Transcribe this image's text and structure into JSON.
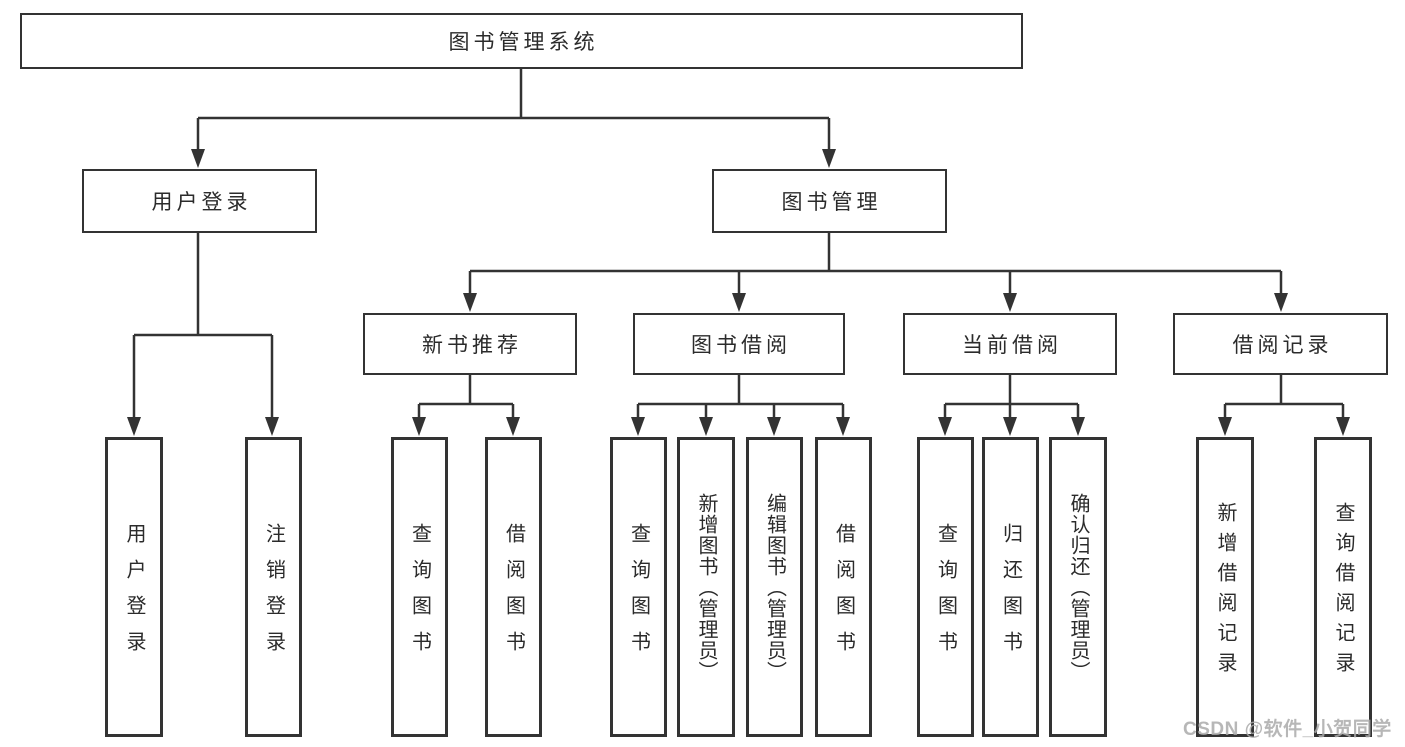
{
  "tree": {
    "root": "图书管理系统",
    "login": {
      "label": "用户登录",
      "children": [
        "用户登录",
        "注销登录"
      ]
    },
    "mgmt": {
      "label": "图书管理"
    },
    "recommend": {
      "label": "新书推荐",
      "children": [
        "查询图书",
        "借阅图书"
      ]
    },
    "borrow": {
      "label": "图书借阅",
      "children": [
        "查询图书",
        "新增图书（管理员）",
        "编辑图书（管理员）",
        "借阅图书"
      ]
    },
    "current": {
      "label": "当前借阅",
      "children": [
        "查询图书",
        "归还图书",
        "确认归还（管理员）"
      ]
    },
    "records": {
      "label": "借阅记录",
      "children": [
        "新增借阅记录",
        "查询借阅记录"
      ]
    }
  },
  "watermark": {
    "text": "CSDN @软件_小贺同学"
  },
  "colors": {
    "line": "#333333",
    "border": "#333333",
    "text": "#2b2b2b",
    "watermark": "#aaaaaa",
    "background": "#ffffff"
  }
}
